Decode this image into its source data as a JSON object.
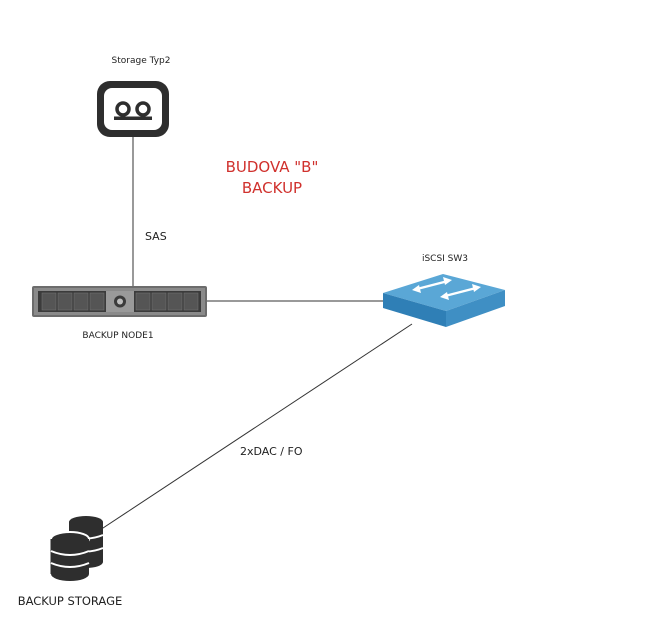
{
  "title": {
    "line1": "BUDOVA \"B\"",
    "line2": "BACKUP",
    "color": "#d0312d"
  },
  "nodes": {
    "storage_typ2": {
      "label": "Storage Typ2",
      "icon": "tape-storage-icon"
    },
    "backup_node1": {
      "label": "BACKUP NODE1",
      "icon": "rack-server-icon"
    },
    "iscsi_sw3": {
      "label": "iSCSI SW3",
      "icon": "network-switch-icon"
    },
    "backup_storage": {
      "label": "BACKUP STORAGE",
      "icon": "database-stack-icon"
    }
  },
  "links": {
    "sas": {
      "label": "SAS"
    },
    "node_to_switch": {
      "label": ""
    },
    "switch_to_storage": {
      "label": "2xDAC / FO"
    }
  },
  "colors": {
    "line": "#333333",
    "switch_top": "#5aa7d6",
    "switch_side": "#2f7fb6",
    "icon_dark": "#2e2e2e"
  }
}
